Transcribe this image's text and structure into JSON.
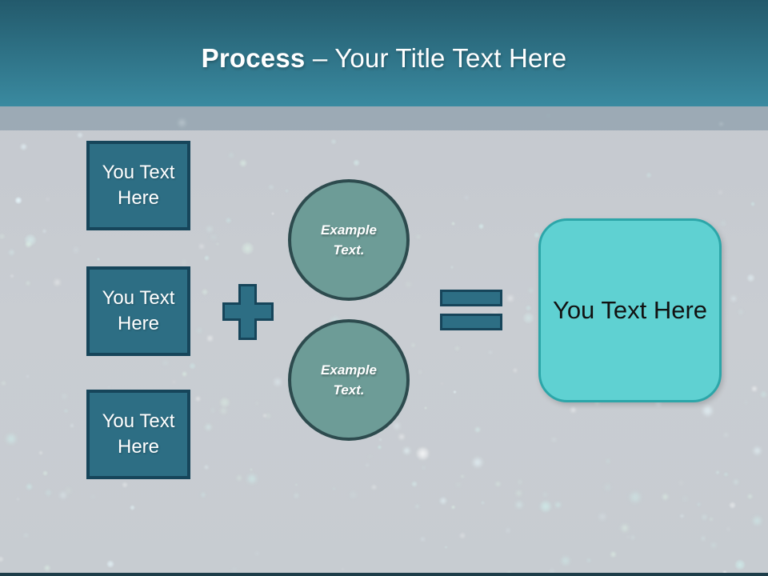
{
  "title": {
    "bold": "Process",
    "dash": "–",
    "rest": "Your Title Text Here"
  },
  "boxes": [
    {
      "label": "You Text Here"
    },
    {
      "label": "You Text Here"
    },
    {
      "label": "You Text Here"
    }
  ],
  "circles": [
    {
      "lines": [
        "Example",
        "Text."
      ]
    },
    {
      "lines": [
        "Example",
        "Text."
      ]
    }
  ],
  "operators": {
    "plus_icon": "plus-icon",
    "equals_icon": "equals-icon"
  },
  "result": {
    "label": "You Text Here"
  },
  "colors": {
    "header_top": "#235a6c",
    "header_bottom": "#3a8aa0",
    "title_text": "#ffffff",
    "band_overlay": "rgba(90,120,140,0.38)",
    "bg_top": "#c5c9cf",
    "bg_mid": "#c9cdd2",
    "bg_bottom": "#c7ccd1",
    "box_fill": "#2d6e84",
    "box_border": "#16455a",
    "box_text": "#ffffff",
    "circle_fill": "#6d9c97",
    "circle_border": "#2d4b4e",
    "circle_text": "#ffffff",
    "operator_fill": "#2d6e84",
    "operator_border": "#16455a",
    "result_fill": "#5fd1d2",
    "result_border": "#2ca6a9",
    "result_text": "#121212",
    "bottom_strip": "#1d3d49"
  }
}
